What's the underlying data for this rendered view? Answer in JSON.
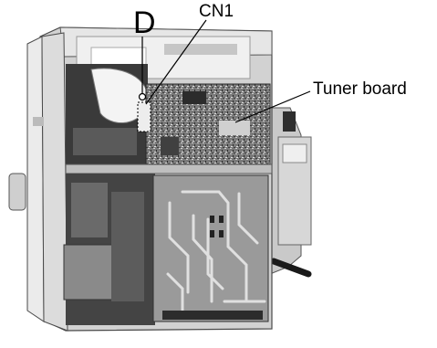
{
  "figure": {
    "callouts": {
      "d_label": "D",
      "cn1_label": "CN1",
      "tuner_board_label": "Tuner board"
    },
    "colors": {
      "background": "#ffffff",
      "chassis_light": "#e8e8e8",
      "chassis_mid": "#bdbdbd",
      "chassis_dark": "#3a3a3a",
      "pcb": "#8a8a8a",
      "trace": "#d9d9d9"
    }
  }
}
